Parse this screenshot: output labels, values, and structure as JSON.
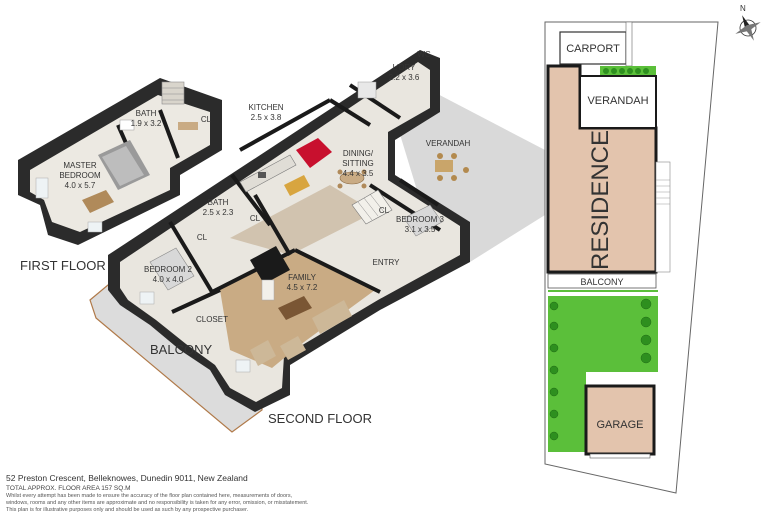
{
  "floors": {
    "first": "FIRST FLOOR",
    "second": "SECOND FLOOR"
  },
  "rooms": {
    "master_bedroom": {
      "name_l1": "MASTER",
      "name_l2": "BEDROOM",
      "size": "4.0 x 5.7"
    },
    "bath_first": {
      "name": "BATH",
      "size": "1.9 x 3.2"
    },
    "closet_first": {
      "name": "CL"
    },
    "kitchen": {
      "name": "KITCHEN",
      "size": "2.5 x 3.8"
    },
    "laundry": {
      "name": "L'DRY",
      "size": "2.2 x 3.6"
    },
    "wc": {
      "name": "WC"
    },
    "dining": {
      "name_l1": "DINING/",
      "name_l2": "SITTING",
      "size": "4.4 x 3.5"
    },
    "verandah_plan": {
      "name": "VERANDAH"
    },
    "bath_second": {
      "name": "BATH",
      "size": "2.5 x 2.3"
    },
    "closet_a": {
      "name": "CL"
    },
    "closet_b": {
      "name": "CL"
    },
    "closet_c": {
      "name": "CL"
    },
    "bedroom2": {
      "name": "BEDROOM 2",
      "size": "4.0 x 4.0"
    },
    "bedroom3": {
      "name": "BEDROOM 3",
      "size": "3.1 x 3.5"
    },
    "family": {
      "name": "FAMILY",
      "size": "4.5 x 7.2"
    },
    "entry": {
      "name": "ENTRY"
    },
    "closet_long": {
      "name": "CLOSET"
    },
    "balcony_plan": {
      "name": "BALCONY"
    }
  },
  "site": {
    "carport": "CARPORT",
    "verandah": "VERANDAH",
    "residence": "RESIDENCE",
    "balcony": "BALCONY",
    "garage": "GARAGE",
    "north": "N"
  },
  "footer": {
    "address": "52 Preston Crescent, Belleknowes, Dunedin 9011, New Zealand",
    "area": "TOTAL APPROX. FLOOR AREA 157 SQ.M",
    "disclaimer_1": "Whilst every attempt has been made to ensure the accuracy of the floor plan contained here, measurements of doors,",
    "disclaimer_1b": "windows, rooms and any other items are approximate and no responsibility is taken for any error, omission, or misstatement.",
    "disclaimer_2": "This plan is for illustrative purposes only and should be used as such by any prospective purchaser."
  },
  "colors": {
    "wall": "#1a1a1a",
    "floor": "#e6e3dc",
    "wood_floor": "#c9ab84",
    "residence": "#e3c4ad",
    "lawn": "#5bbf3a",
    "deck": "#d7d7d7",
    "sofa_red": "#c8102e"
  }
}
